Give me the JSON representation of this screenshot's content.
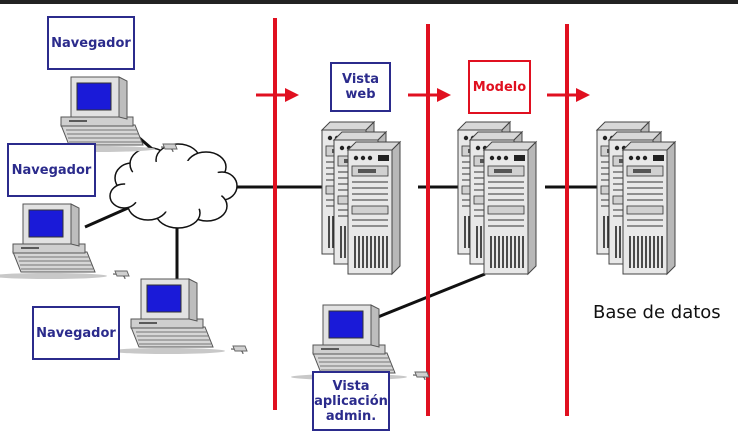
{
  "labels": {
    "browser_top": "Navegador",
    "browser_middle": "Navegador",
    "browser_bottom": "Navegador",
    "view_web": [
      "Vista",
      "web"
    ],
    "model": "Modelo",
    "view_admin": [
      "Vista",
      "aplicación",
      "admin."
    ],
    "database": "Base de datos"
  },
  "icons": {
    "client": "desktop-computer-icon",
    "server": "tower-server-icon",
    "network": "network-cloud-icon",
    "flow": "right-arrow-icon"
  },
  "colors": {
    "tier_divider": "#e01020",
    "label_box": "#2b2b8c",
    "model_box": "#e01020",
    "link": "#111111",
    "monitor_screen": "#1a1ad8",
    "device_body": "#dadada",
    "text": "#111111"
  }
}
